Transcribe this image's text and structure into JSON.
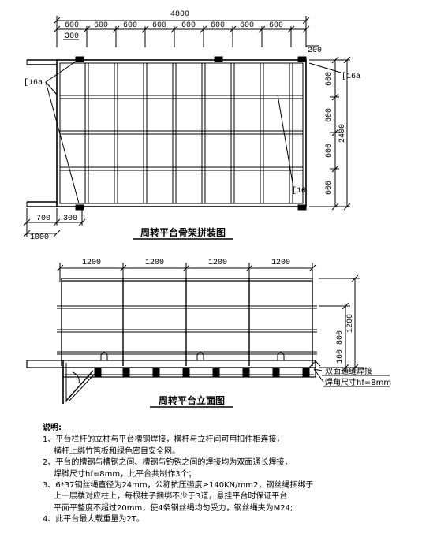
{
  "plan": {
    "total_width": "4800",
    "segments": [
      "600",
      "600",
      "600",
      "600",
      "600",
      "600",
      "600",
      "600"
    ],
    "left_offset": "300",
    "right_offset": "200",
    "right_rows": [
      "600",
      "600",
      "600",
      "600"
    ],
    "right_total": "2400",
    "label_left": "[16a",
    "label_right": "[16a",
    "label_inner": "[10",
    "bottom_700": "700",
    "bottom_300": "300",
    "bottom_1000": "1000",
    "caption": "周转平台骨架拼装图"
  },
  "elevation": {
    "spans": [
      "1200",
      "1200",
      "1200",
      "1200"
    ],
    "height_800": "800",
    "height_1200": "1200",
    "height_160": "160",
    "weld_note_1": "双面通缝焊接",
    "weld_note_2": "焊角尺寸hf=8mm",
    "caption": "周转平台立面图"
  },
  "notes": {
    "title": "说明:",
    "lines": [
      "1、平台栏杆的立柱与平台槽钢焊接，横杆与立杆间可用扣件相连接，",
      "横杆上绑竹笆板和绿色密目安全网。",
      "2、平台的槽钢与槽钢之间、槽钢与钓钩之间的焊接均为双面通长焊接，",
      "焊脚尺寸hf=8mm，此平台共制作3个；",
      "3、6*37钢丝绳直径为24mm，公称抗压强度≥140KN/mm2，钢丝绳捆绑于",
      "上一层楼对应柱上，每根柱子捆绑不少于3道，悬挂平台时保证平台",
      "平面平整度不超过20mm，使4条钢丝绳均匀受力，钢丝绳夹为M24;",
      "4、此平台最大载重量为2T。"
    ]
  }
}
